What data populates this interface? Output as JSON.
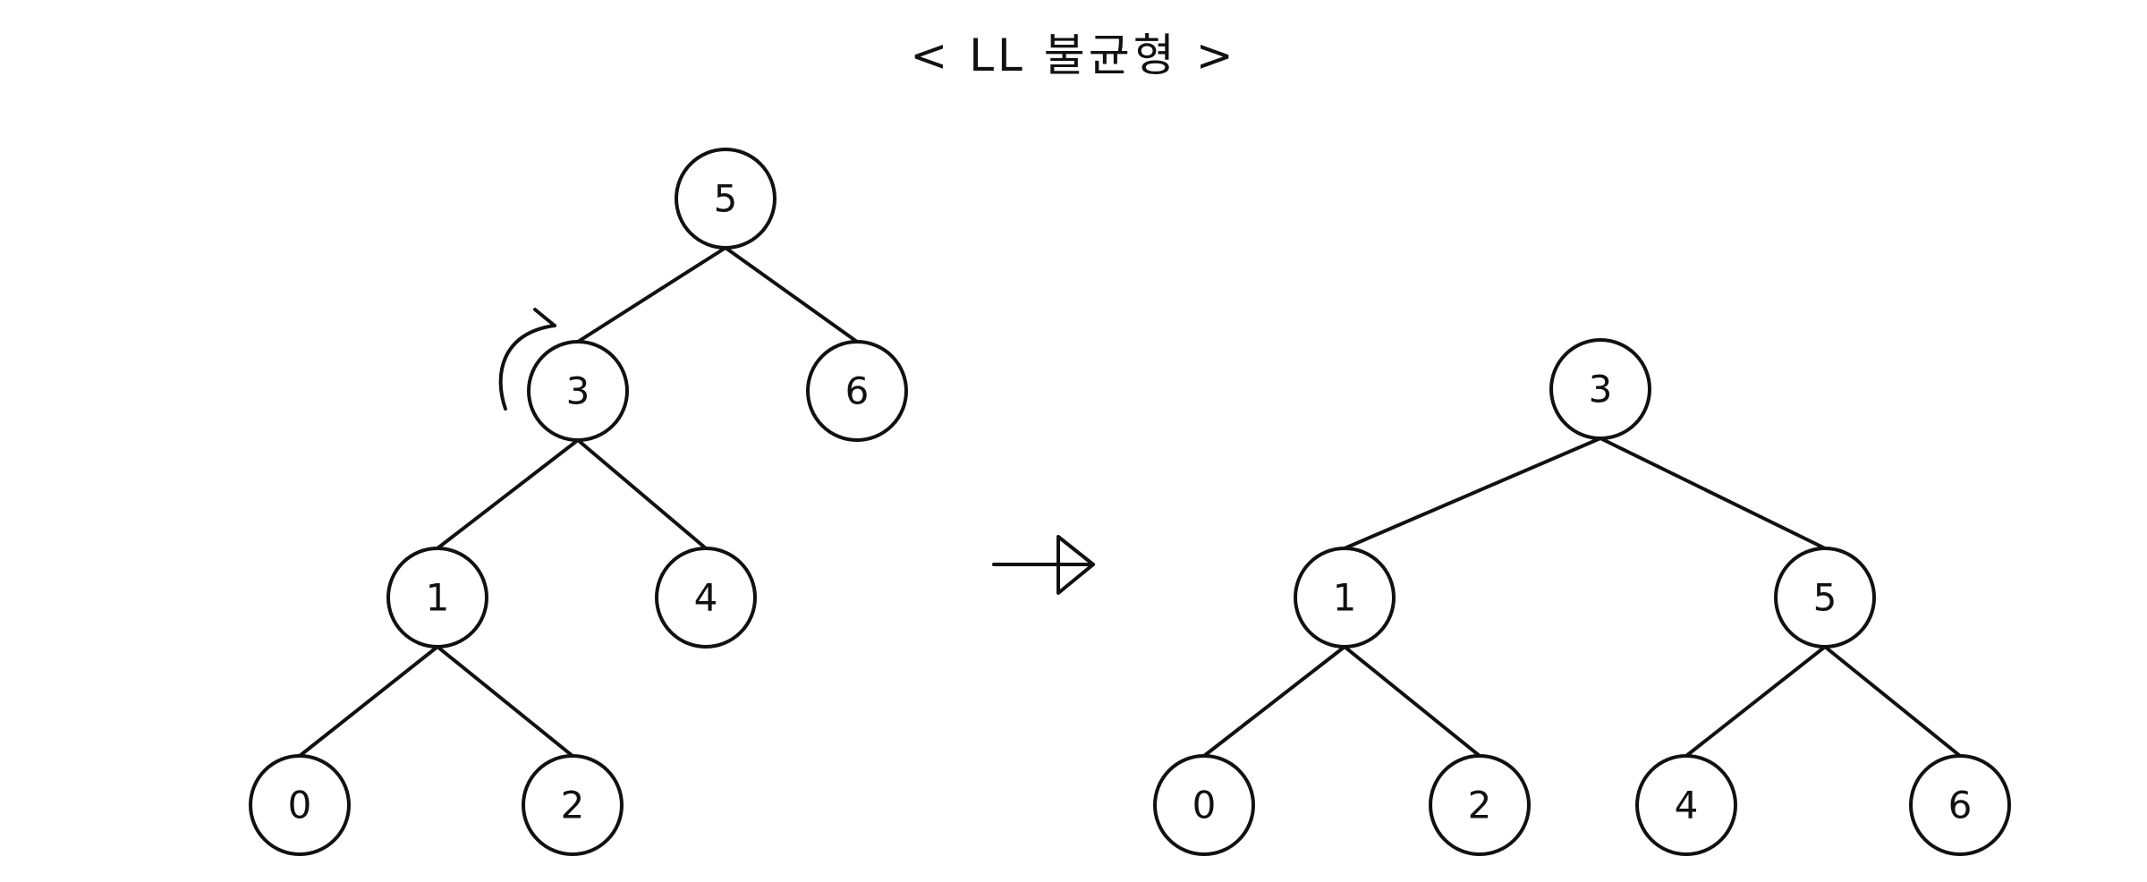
{
  "title": "< LL 불균형 >",
  "trees": [
    {
      "id": "before",
      "nodes": [
        "5",
        "3",
        "6",
        "1",
        "4",
        "0",
        "2"
      ],
      "edges": [
        [
          "5",
          "3"
        ],
        [
          "5",
          "6"
        ],
        [
          "3",
          "1"
        ],
        [
          "3",
          "4"
        ],
        [
          "1",
          "0"
        ],
        [
          "1",
          "2"
        ]
      ],
      "rotation_marker": {
        "node": "3",
        "direction": "clockwise"
      }
    },
    {
      "id": "after",
      "nodes": [
        "3",
        "1",
        "5",
        "0",
        "2",
        "4",
        "6"
      ],
      "edges": [
        [
          "3",
          "1"
        ],
        [
          "3",
          "5"
        ],
        [
          "1",
          "0"
        ],
        [
          "1",
          "2"
        ],
        [
          "5",
          "4"
        ],
        [
          "5",
          "6"
        ]
      ]
    }
  ],
  "transition": "arrow-right"
}
